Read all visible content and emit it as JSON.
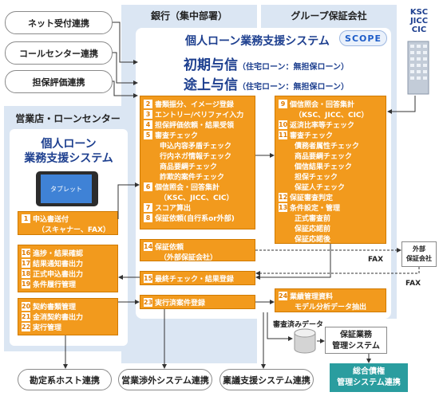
{
  "left_external": {
    "items": [
      {
        "label": "ネット受付連携"
      },
      {
        "label": "コールセンター連携"
      },
      {
        "label": "担保評価連携"
      }
    ]
  },
  "lanes": {
    "bank": "銀行（集中部署）",
    "guarantee": "グループ保証会社",
    "branch": "営業店・ローンセンター"
  },
  "system": {
    "title": "個人ローン業務支援システム",
    "logo": "SCOPE",
    "initial_credit": "初期与信",
    "initial_credit_note": "（住宅ローン：無担保ローン）",
    "interim_credit": "途上与信",
    "interim_credit_note": "（住宅ローン：無担保ローン）"
  },
  "credit_bureau": {
    "lines": [
      "KSC",
      "JICC",
      "CIC"
    ]
  },
  "branch_system": {
    "title_line1": "個人ローン",
    "title_line2": "業務支援システム",
    "tablet_label": "タブレット"
  },
  "box_application": {
    "n1": "1",
    "l1": "申込書送付",
    "l1b": "（スキャナー、FAX）"
  },
  "box_center_left": {
    "rows": [
      {
        "num": "2",
        "text": "書類振分、イメージ登録",
        "sub": false
      },
      {
        "num": "3",
        "text": "エントリー/ベリファイ入力",
        "sub": false
      },
      {
        "num": "4",
        "text": "担保評価依頼・結果受領",
        "sub": false
      },
      {
        "num": "5",
        "text": "審査チェック",
        "sub": false
      },
      {
        "num": "",
        "text": "申込内容矛盾チェック",
        "sub": true
      },
      {
        "num": "",
        "text": "行内ネガ情報チェック",
        "sub": true
      },
      {
        "num": "",
        "text": "商品要綱チェック",
        "sub": true
      },
      {
        "num": "",
        "text": "詐欺的案件チェック",
        "sub": true
      },
      {
        "num": "6",
        "text": "個信照会・回答集計",
        "sub": false
      },
      {
        "num": "",
        "text": "（KSC、JICC、CIC）",
        "sub": true
      },
      {
        "num": "7",
        "text": "スコア算出",
        "sub": false
      },
      {
        "num": "8",
        "text": "保証依頼(自行系or外部)",
        "sub": false
      }
    ]
  },
  "box_center_right": {
    "rows": [
      {
        "num": "9",
        "text": "個信照会・回答集計",
        "sub": false
      },
      {
        "num": "",
        "text": "（KSC、JICC、CIC）",
        "sub": true
      },
      {
        "num": "10",
        "text": "返済比率等チェック",
        "sub": false
      },
      {
        "num": "11",
        "text": "審査チェック",
        "sub": false
      },
      {
        "num": "",
        "text": "債務者属性チェック",
        "sub": true
      },
      {
        "num": "",
        "text": "商品要綱チェック",
        "sub": true
      },
      {
        "num": "",
        "text": "個信結果チェック",
        "sub": true
      },
      {
        "num": "",
        "text": "担保チェック",
        "sub": true
      },
      {
        "num": "",
        "text": "保証人チェック",
        "sub": true
      },
      {
        "num": "12",
        "text": "保証審査判定",
        "sub": false
      },
      {
        "num": "13",
        "text": "条件設定・管理",
        "sub": false
      },
      {
        "num": "",
        "text": "正式審査前",
        "sub": true
      },
      {
        "num": "",
        "text": "保証応諾前",
        "sub": true
      },
      {
        "num": "",
        "text": "保証応諾後",
        "sub": true
      }
    ]
  },
  "box14": {
    "num": "14",
    "l1": "保証依頼",
    "l2": "（外部保証会社）"
  },
  "external_guarantor": {
    "l1": "外部",
    "l2": "保証会社"
  },
  "fax_label_1": "FAX",
  "fax_label_2": "FAX",
  "box15": {
    "num": "15",
    "text": "最終チェック・結果登録"
  },
  "box_branch_mid": {
    "rows": [
      {
        "num": "16",
        "text": "進捗・結果確認"
      },
      {
        "num": "17",
        "text": "結果通知書出力"
      },
      {
        "num": "18",
        "text": "正式申込書出力"
      },
      {
        "num": "19",
        "text": "条件履行管理"
      }
    ]
  },
  "box_branch_low": {
    "rows": [
      {
        "num": "20",
        "text": "契約書類管理"
      },
      {
        "num": "21",
        "text": "金消契約書出力"
      },
      {
        "num": "22",
        "text": "実行管理"
      }
    ]
  },
  "box23": {
    "num": "23",
    "text": "実行済案件登録"
  },
  "box24": {
    "num": "24",
    "l1": "業績管理資料",
    "l2": "モデル分析データ抽出"
  },
  "reviewed_data": "審査済みデータ",
  "guarantee_system": {
    "l1": "保証業務",
    "l2": "管理システム"
  },
  "bottom_external": {
    "items": [
      {
        "label": "勘定系ホスト連携"
      },
      {
        "label": "営業渉外システム連携"
      },
      {
        "label": "稟議支援システム連携"
      }
    ]
  },
  "integrated_system": {
    "l1": "総合債権",
    "l2": "管理システム連携"
  },
  "colors": {
    "orange": "#f29a1d",
    "lane": "#dbe6f3",
    "navy": "#1d3f8f",
    "teal": "#2a9d9f"
  }
}
